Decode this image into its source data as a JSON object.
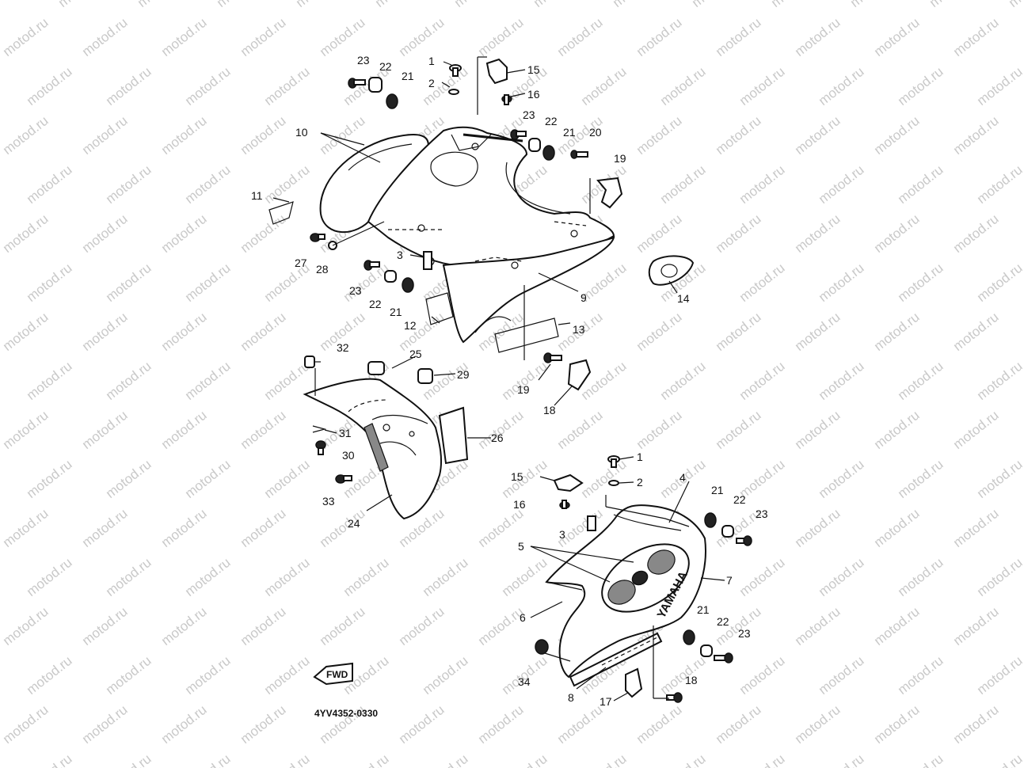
{
  "watermark": "motod.ru",
  "drawing_code": "4YV4352-0330",
  "fwd_label": "FWD",
  "brand_text": "YAMAHA",
  "callouts": [
    "1",
    "2",
    "15",
    "16",
    "23",
    "22",
    "21",
    "20",
    "19",
    "23",
    "22",
    "21",
    "10",
    "11",
    "27",
    "28",
    "3",
    "23",
    "22",
    "21",
    "12",
    "9",
    "13",
    "14",
    "32",
    "25",
    "29",
    "19",
    "18",
    "31",
    "30",
    "26",
    "33",
    "24",
    "1",
    "2",
    "15",
    "16",
    "3",
    "4",
    "21",
    "22",
    "23",
    "5",
    "7",
    "6",
    "21",
    "22",
    "23",
    "34",
    "8",
    "17",
    "18"
  ]
}
